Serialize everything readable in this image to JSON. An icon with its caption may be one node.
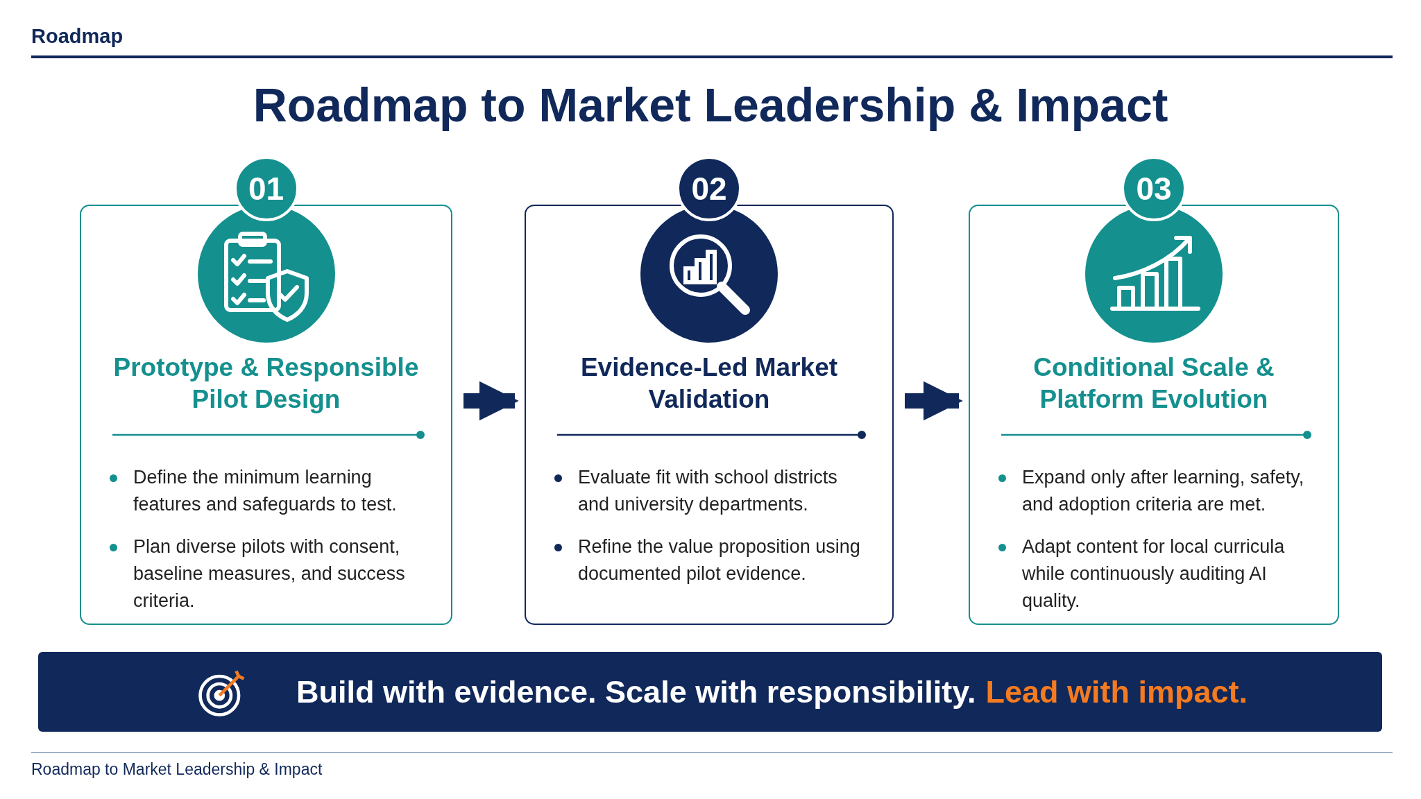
{
  "diagram": {
    "title": "Roadmap to Market Leadership & Impact",
    "caption": "Roadmap to Market Leadership & Impact",
    "labels": [
      "Roadmap"
    ],
    "nodes": [
      {
        "text": [
          "01",
          "Prototype & Responsible Pilot Design",
          "Define the minimum learning features and safeguards to test.",
          "Plan diverse pilots with consent, baseline measures, and success criteria."
        ]
      },
      {
        "text": [
          "02",
          "Evidence-Led Market Validation",
          "Evaluate fit with school districts and university departments.",
          "Refine the value proposition using documented pilot evidence."
        ]
      },
      {
        "text": [
          "03",
          "Conditional Scale & Platform Evolution",
          "Expand only after learning, safety, and adoption criteria are met.",
          "Adapt content for local curricula while continuously auditing AI quality."
        ]
      },
      {
        "text": [
          "Build with evidence. Scale with responsibility.",
          "Lead with impact."
        ]
      }
    ],
    "edges": [
      {
        "from": 0,
        "to": 1,
        "arrow": "to"
      },
      {
        "from": 1,
        "to": 2,
        "arrow": "to"
      }
    ]
  }
}
